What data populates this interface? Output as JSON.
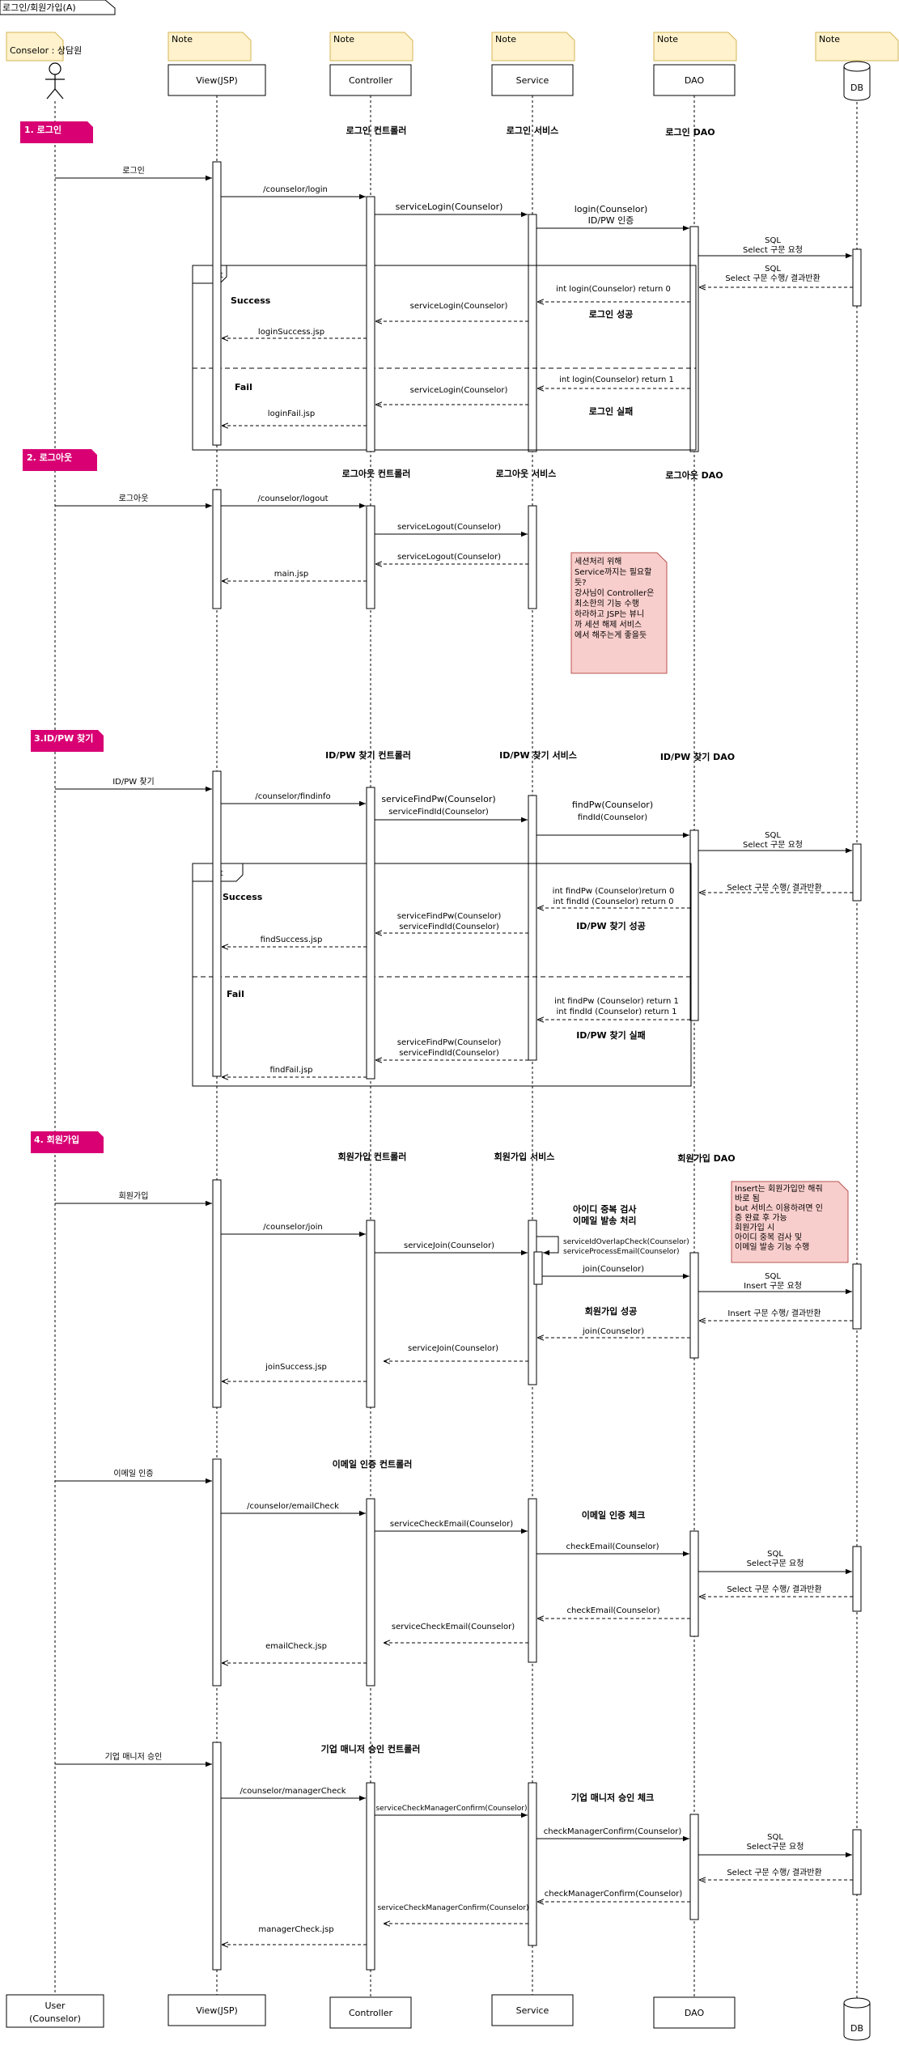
{
  "frame_title": "로그인/회원가입(A)",
  "participants": {
    "user_top": "Conselor : 상담원",
    "user_bottom_1": "User",
    "user_bottom_2": "(Counselor)",
    "view": "View(JSP)",
    "controller": "Controller",
    "service": "Service",
    "dao": "DAO",
    "db": "DB",
    "note": "Note"
  },
  "sections": {
    "login": {
      "tag": "1. 로그인",
      "ctrl_title": "로그인 컨트롤러",
      "svc_title": "로그인 서비스",
      "dao_title": "로그인 DAO",
      "m_login": "로그인",
      "m_url": "/counselor/login",
      "m_svc": "serviceLogin(Counselor)",
      "m_dao1": "login(Counselor)",
      "m_dao2": "ID/PW 인증",
      "m_sql1": "SQL",
      "m_sql2": "Select 구문 요청",
      "m_sqlr1": "SQL",
      "m_sqlr2": "Select 구문 수행/ 결과반환",
      "alt": "alt",
      "success": "Success",
      "s_ret0": "int login(Counselor) return 0",
      "s_ok": "로그인 성공",
      "s_svc_ret": "serviceLogin(Counselor)",
      "s_jsp": "loginSuccess.jsp",
      "fail": "Fail",
      "f_ret1": "int login(Counselor) return 1",
      "f_fail": "로그인 실패",
      "f_svc_ret": "serviceLogin(Counselor)",
      "f_jsp": "loginFail.jsp"
    },
    "logout": {
      "tag": "2. 로그아웃",
      "ctrl_title": "로그아웃 컨트롤러",
      "svc_title": "로그아웃 서비스",
      "dao_title": "로그아웃 DAO",
      "m_logout": "로그아웃",
      "m_url": "/counselor/logout",
      "m_svc": "serviceLogout(Counselor)",
      "m_svc_ret": "serviceLogout(Counselor)",
      "m_jsp": "main.jsp",
      "note_lines": [
        "세션처리 위해",
        "Service까지는 필요할",
        "듯?",
        "강사님이 Controller은",
        "최소한의 기능 수행",
        "하라하고 JSP는 뷰니",
        "까 세션 해제 서비스",
        "에서 해주는게 좋을듯"
      ]
    },
    "find": {
      "tag": "3.ID/PW 찾기",
      "ctrl_title": "ID/PW 찾기 컨트롤러",
      "svc_title": "ID/PW 찾기 서비스",
      "dao_title": "ID/PW 찾기 DAO",
      "m_find": "ID/PW 찾기",
      "m_url": "/counselor/findinfo",
      "m_svc1": "serviceFindPw(Counselor)",
      "m_svc2": "serviceFindId(Counselor)",
      "m_dao1": "findPw(Counselor)",
      "m_dao2": "findId(Counselor)",
      "m_sql1": "SQL",
      "m_sql2": "Select 구문 요청",
      "m_sqlr": "Select 구문 수행/ 결과반환",
      "alt": "alt",
      "success": "Success",
      "s_ret1": "int findPw (Counselor)return 0",
      "s_ret2": "int findId (Counselor) return 0",
      "s_ok": "ID/PW 찾기 성공",
      "s_svc1": "serviceFindPw(Counselor)",
      "s_svc2": "serviceFindId(Counselor)",
      "s_jsp": "findSuccess.jsp",
      "fail": "Fail",
      "f_ret1": "int findPw (Counselor) return 1",
      "f_ret2": "int findId (Counselor) return 1",
      "f_fail": "ID/PW 찾기 실패",
      "f_svc1": "serviceFindPw(Counselor)",
      "f_svc2": "serviceFindId(Counselor)",
      "f_jsp": "findFail.jsp"
    },
    "join": {
      "tag": "4. 회원가입",
      "ctrl_title": "회원가입 컨트롤러",
      "svc_title": "회원가입 서비스",
      "dao_title": "회원가입 DAO",
      "m_join": "회원가입",
      "m_url": "/counselor/join",
      "m_svc": "serviceJoin(Counselor)",
      "chk1": "아이디 중복 검사",
      "chk2": "이메일 발송 처리",
      "self1": "serviceIdOverlapCheck(Counselor)",
      "self2": "serviceProcessEmail(Counselor)",
      "m_dao": "join(Counselor)",
      "m_sql1": "SQL",
      "m_sql2": "Insert 구문 요청",
      "m_sqlr": "Insert 구문 수행/ 결과반환",
      "ok": "회원가입 성공",
      "dao_ret": "join(Counselor)",
      "svc_ret": "serviceJoin(Counselor)",
      "jsp": "joinSuccess.jsp",
      "note_lines": [
        "Insert는 회원가입만 해줘",
        "바로 됨",
        "but 서비스 이용하려면 인",
        "증 완료 후 가능",
        "회원가입 시",
        "아이디 중복 검사 및",
        "이메일 발송 기능 수행"
      ]
    },
    "email": {
      "ctrl_title": "이메일 인증 컨트롤러",
      "svc_title": "이메일 인증 체크",
      "m_email": "이메일 인증",
      "m_url": "/counselor/emailCheck",
      "m_svc": "serviceCheckEmail(Counselor)",
      "m_dao": "checkEmail(Counselor)",
      "m_sql1": "SQL",
      "m_sql2": "Select구문 요청",
      "m_sqlr": "Select 구문 수행/ 결과반환",
      "dao_ret": "checkEmail(Counselor)",
      "svc_ret": "serviceCheckEmail(Counselor)",
      "jsp": "emailCheck.jsp"
    },
    "manager": {
      "ctrl_title": "기업 매니저 승인 컨트롤러",
      "svc_title": "기업 매니저 승인 체크",
      "m_mgr": "기업 매니저 승인",
      "m_url": "/counselor/managerCheck",
      "m_svc": "serviceCheckManagerConfirm(Counselor)",
      "m_dao": "checkManagerConfirm(Counselor)",
      "m_sql1": "SQL",
      "m_sql2": "Select구문 요청",
      "m_sqlr": "Select 구문 수행/ 결과반환",
      "dao_ret": "checkManagerConfirm(Counselor)",
      "svc_ret": "serviceCheckManagerConfirm(Counselor)",
      "jsp": "managerCheck.jsp"
    }
  },
  "colors": {
    "note_fill": "#fff2cc",
    "note_stroke": "#d6b656",
    "tag_fill": "#d80073",
    "comment_fill": "#f8cecc",
    "comment_stroke": "#b85450"
  }
}
